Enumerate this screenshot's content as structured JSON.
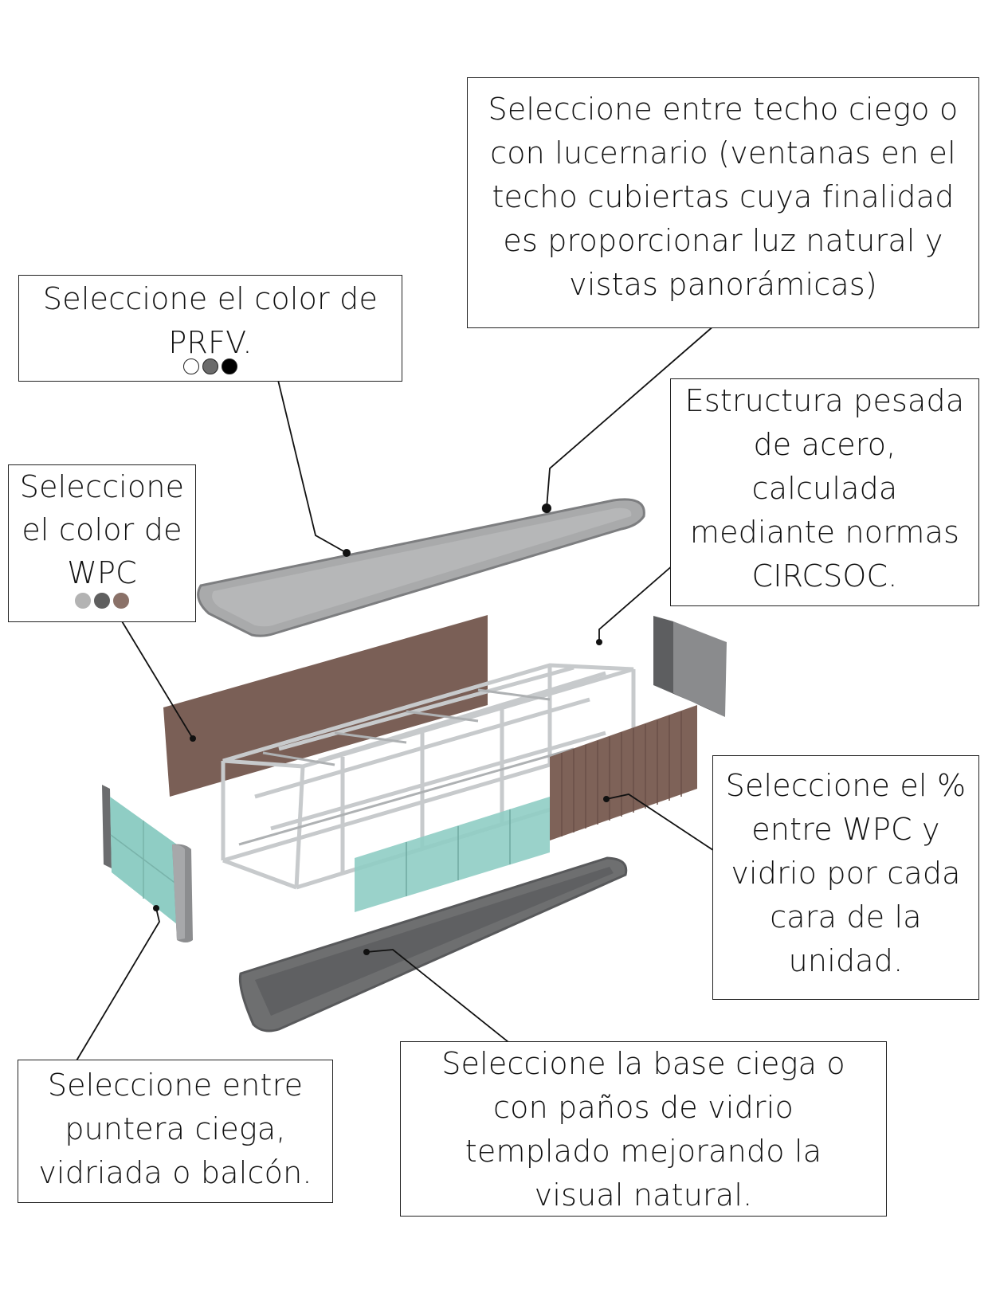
{
  "callouts": {
    "roof": "Seleccione entre techo ciego o con lucernario (ventanas en el techo cubiertas cuya finalidad es proporcionar luz natural y vistas panorámicas)",
    "prfv": "Seleccione el color de PRFV.",
    "structure": "Estructura pesada de acero, calculada mediante normas CIRCSOC.",
    "wpc": "Seleccione el color de WPC",
    "wall_ratio": "Seleccione el % entre WPC y vidrio por cada cara de la unidad.",
    "toe": "Seleccione entre puntera ciega, vidriada o balcón.",
    "base": "Seleccione la base ciega o con paños de vidrio templado mejorando la visual natural."
  },
  "prfv_colors": [
    "#ffffff",
    "#6b6b6b",
    "#000000"
  ],
  "wpc_colors": [
    "#b3b3b3",
    "#5f5f5f",
    "#8a7168"
  ],
  "palette": {
    "roof_panel": "#a9aaab",
    "base_panel": "#6e6f70",
    "wpc_brown": "#7a5f56",
    "glass": "#8fcdc4",
    "steel": "#c7cacc"
  }
}
